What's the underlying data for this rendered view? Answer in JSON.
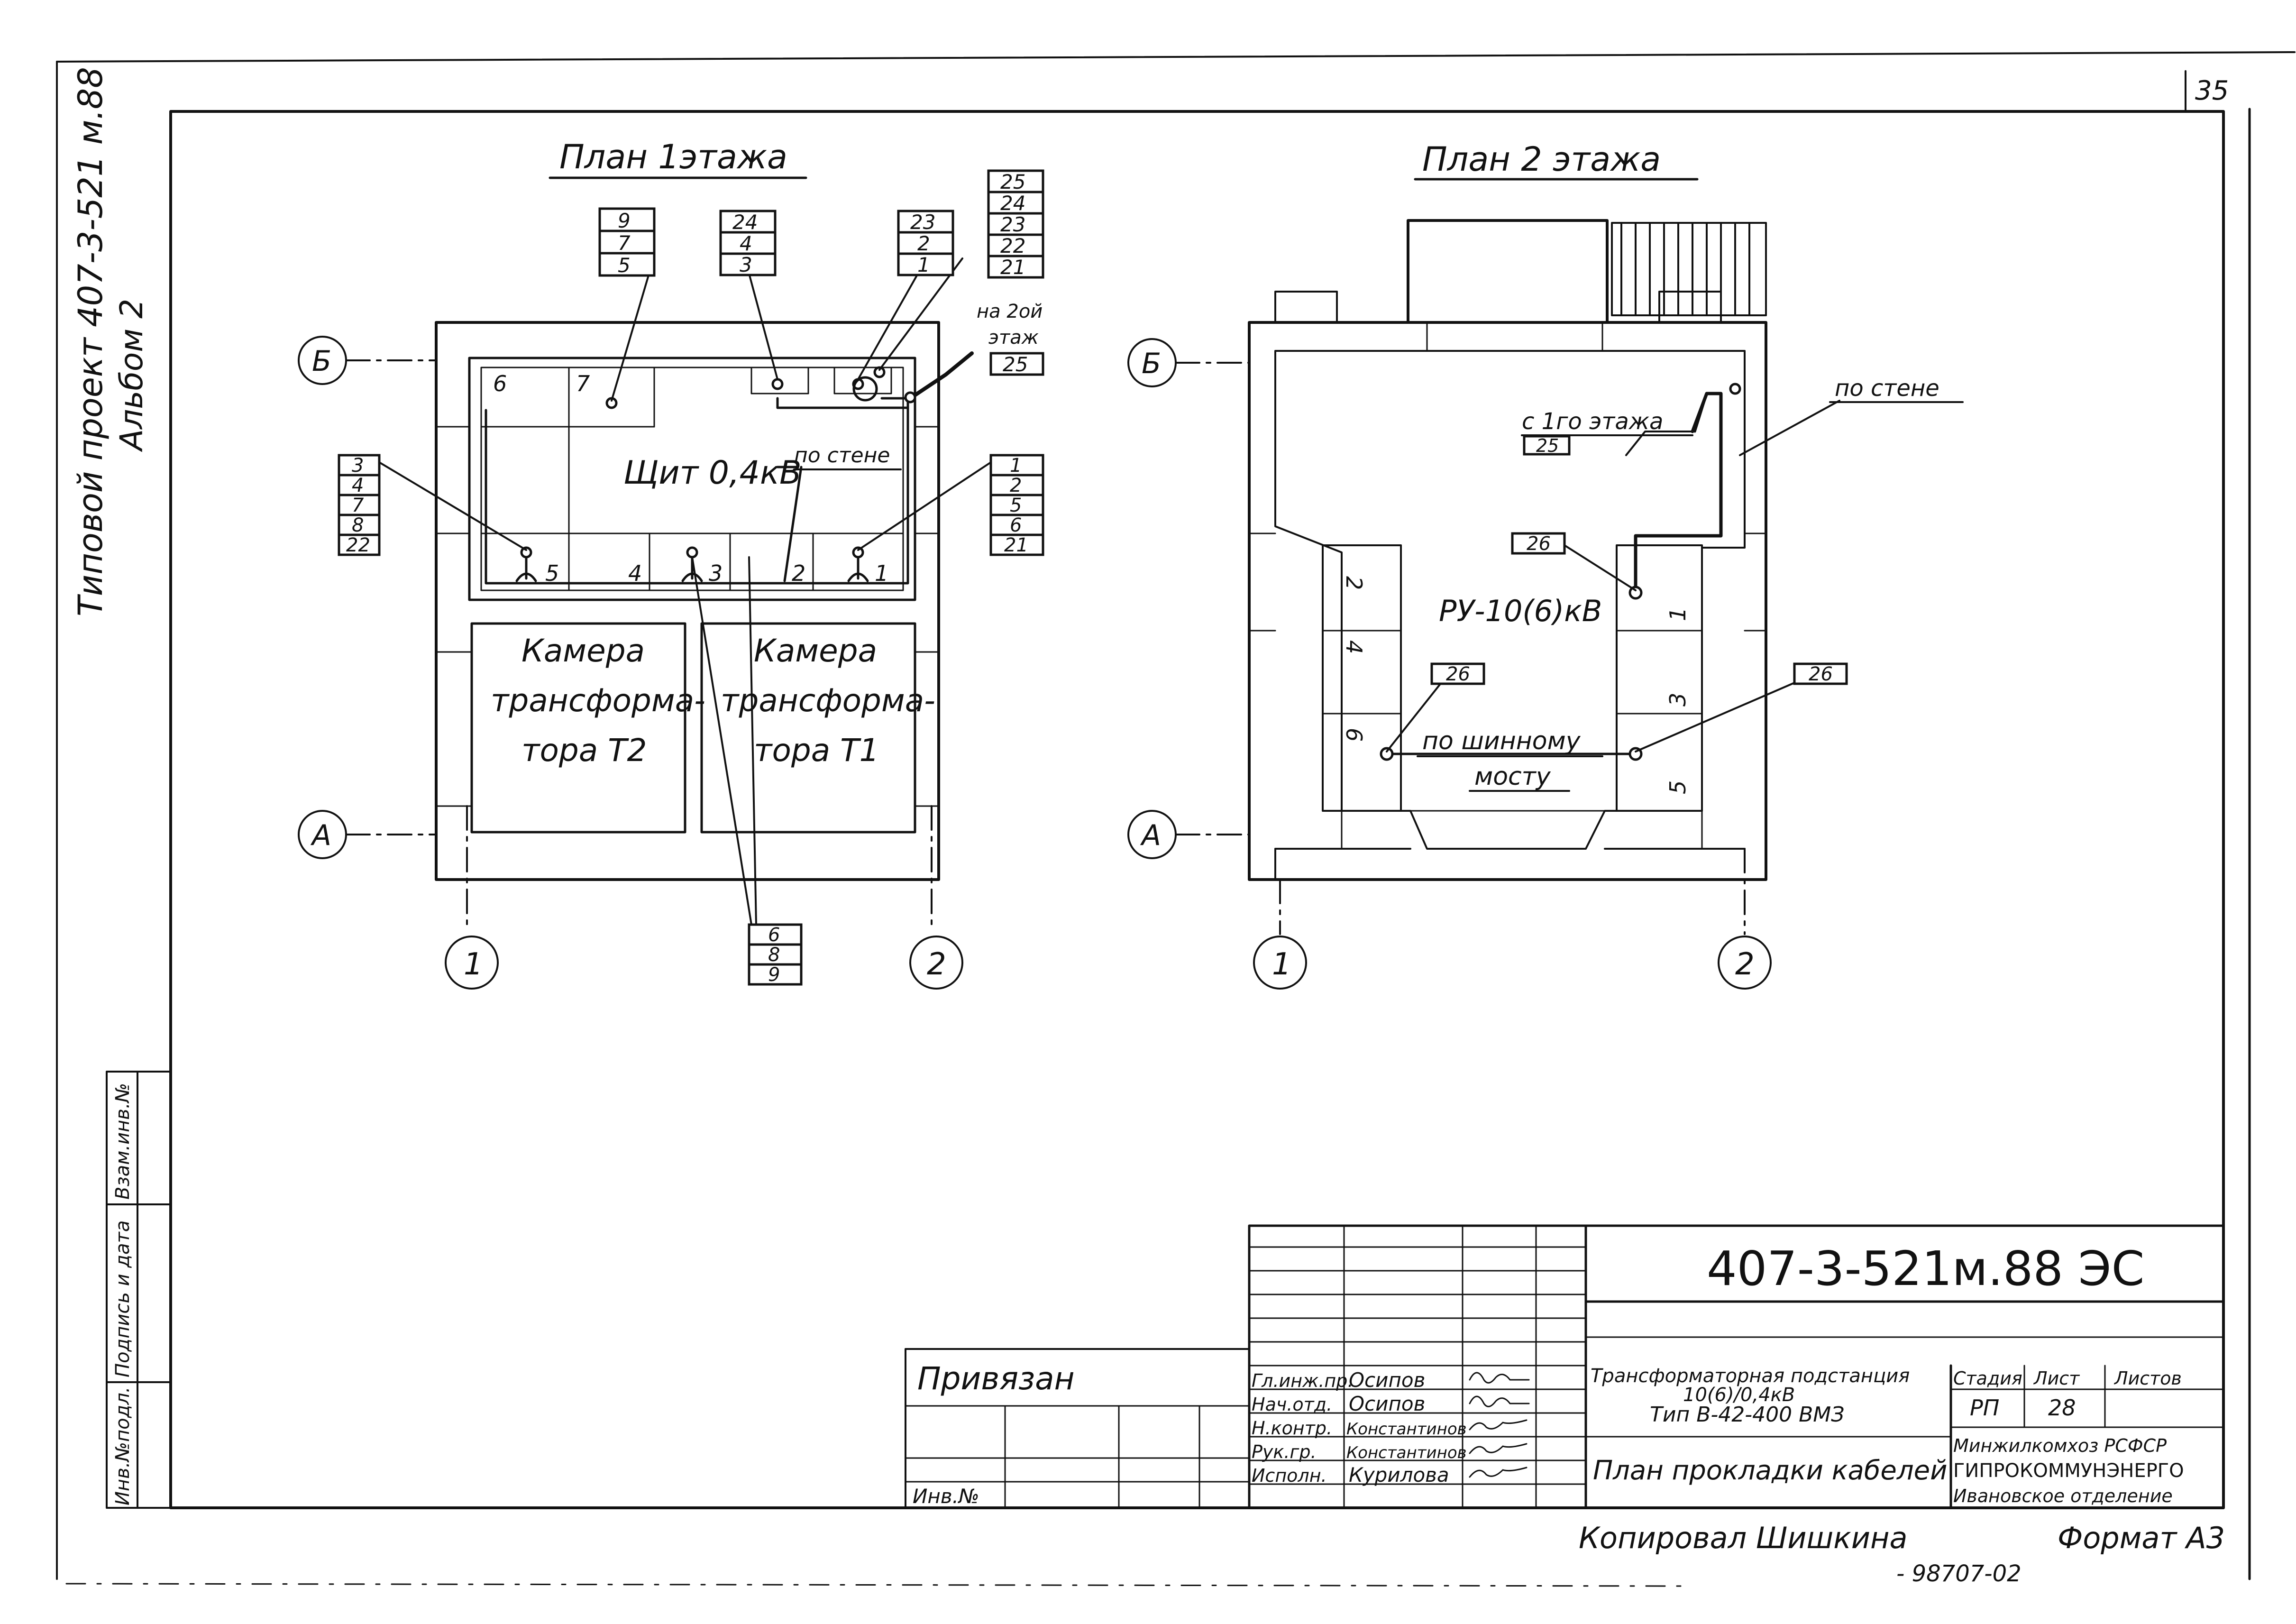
{
  "sheet": {
    "page_number": "35",
    "side_title": "Типовой проект 407-3-521 м.88",
    "side_album": "Альбом 2",
    "stub_labels": [
      "Инв.№подл.",
      "Подпись и дата",
      "Взам.инв.№"
    ]
  },
  "plan1": {
    "title": "План 1этажа",
    "panel_label": "Щит 0,4кВ",
    "wall_label": "по стене",
    "to_floor2_label_a": "на 2ой",
    "to_floor2_label_b": "этаж",
    "chamber_t2": [
      "Камера",
      "трансформа-",
      "тора Т2"
    ],
    "chamber_t1": [
      "Камера",
      "трансформа-",
      "тора Т1"
    ],
    "cabinets_top": [
      "6",
      "7"
    ],
    "cabinets_bottom": [
      "5",
      "4",
      "3",
      "2",
      "1"
    ],
    "axis_row_b": "Б",
    "axis_row_a": "А",
    "axis_col_1": "1",
    "axis_col_2": "2",
    "tags": {
      "t_9_7_5": [
        "9",
        "7",
        "5"
      ],
      "t_24_4_3": [
        "24",
        "4",
        "3"
      ],
      "t_23_2_1": [
        "23",
        "2",
        "1"
      ],
      "t_25_21": [
        "25",
        "24",
        "23",
        "22",
        "21"
      ],
      "t_25": [
        "25"
      ],
      "t_left": [
        "3",
        "4",
        "7",
        "8",
        "22"
      ],
      "t_right": [
        "1",
        "2",
        "5",
        "6",
        "21"
      ],
      "t_bottom": [
        "6",
        "8",
        "9"
      ]
    }
  },
  "plan2": {
    "title": "План 2 этажа",
    "from_floor1_label": "с 1го этажа",
    "from_floor1_tag": "25",
    "wall_label": "по стене",
    "ru_label": "РУ-10(6)кВ",
    "bus_label_a": "по шинному",
    "bus_label_b": "мосту",
    "cabinets_left": [
      "2",
      "4",
      "6"
    ],
    "cabinets_right": [
      "1",
      "3",
      "5"
    ],
    "tag_26": "26",
    "axis_row_b": "Б",
    "axis_row_a": "А",
    "axis_col_1": "1",
    "axis_col_2": "2"
  },
  "title_block": {
    "doc_code": "407-3-521м.88  ЭС",
    "privyazan": "Привязан",
    "inv_no": "Инв.№",
    "roles": [
      "Гл.инж.пр.",
      "Нач.отд.",
      "Н.контр.",
      "Рук.гр.",
      "Исполн."
    ],
    "names": [
      "Осипов",
      "Осипов",
      "Константинов",
      "Константинов",
      "Курилова"
    ],
    "project_title": [
      "Трансформаторная подстанция",
      "10(6)/0,4кВ",
      "Тип В-42-400 ВМЗ"
    ],
    "sheet_title": "План прокладки кабелей",
    "stage_header": "Стадия",
    "sheet_header": "Лист",
    "sheets_header": "Листов",
    "stage": "РП",
    "sheet_no": "28",
    "org_lines": [
      "Минжилкомхоз РСФСР",
      "ГИПРОКОММУНЭНЕРГО",
      "Ивановское отделение"
    ]
  },
  "footer": {
    "copied": "Копировал Шишкина",
    "format": "Формат А3",
    "stamp": "- 98707-02"
  }
}
